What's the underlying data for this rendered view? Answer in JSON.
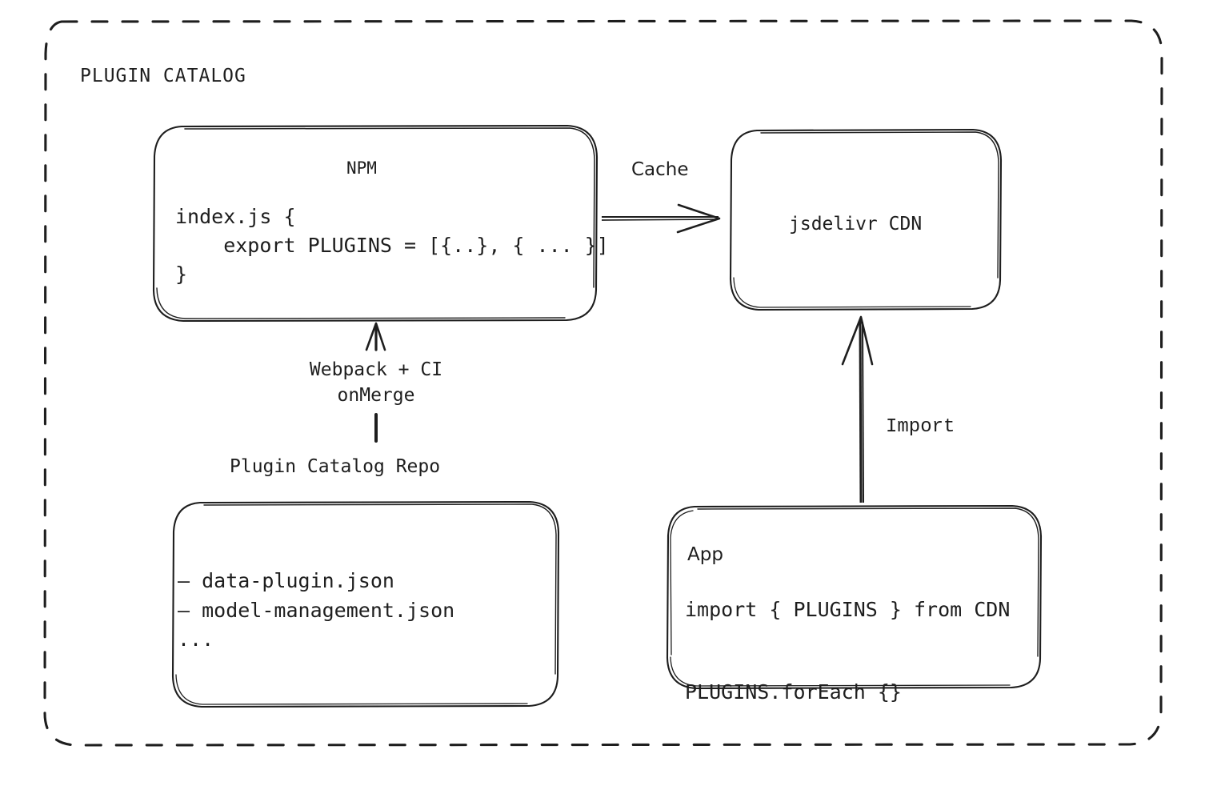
{
  "diagram": {
    "frame": {
      "title": "PLUGIN CATALOG",
      "border_style": "dashed",
      "border_color": "#1e1e1e"
    },
    "nodes": {
      "npm": {
        "title": "NPM",
        "code": "index.js {\n    export PLUGINS = [{..}, { ... }]\n}"
      },
      "cdn": {
        "title": "jsdelivr CDN"
      },
      "repo": {
        "title": "Plugin Catalog Repo",
        "items": "– data-plugin.json\n– model-management.json\n..."
      },
      "app": {
        "title": "App",
        "code": "import { PLUGINS } from CDN\n\nPLUGINS.forEach {}"
      }
    },
    "edges": {
      "npm_to_cdn": {
        "label": "Cache"
      },
      "repo_to_npm": {
        "label": "Webpack + CI\nonMerge"
      },
      "app_to_cdn": {
        "label": "Import"
      }
    },
    "colors": {
      "stroke": "#1e1e1e",
      "background": "#ffffff"
    }
  }
}
